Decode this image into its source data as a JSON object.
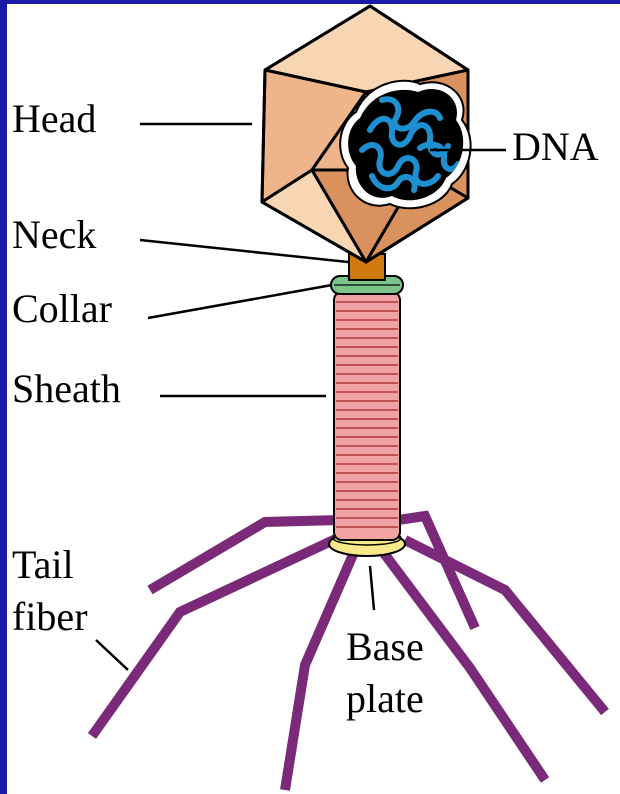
{
  "labels": {
    "head": "Head",
    "neck": "Neck",
    "collar": "Collar",
    "sheath": "Sheath",
    "tail_fiber_line1": "Tail",
    "tail_fiber_line2": "fiber",
    "dna": "DNA",
    "base_plate_line1": "Base",
    "base_plate_line2": "plate"
  },
  "colors": {
    "frame": "#1a1aa6",
    "background": "#ffffff",
    "head_light": "#f9d6b3",
    "head_mid": "#eeb48a",
    "head_dark": "#d9925e",
    "dna_core": "#000000",
    "dna_strand": "#1e8fd0",
    "neck": "#d07a10",
    "collar": "#7cc48a",
    "sheath": "#f2a3a3",
    "sheath_rings": "#b03a3a",
    "base_plate": "#f7e98a",
    "tail_fibers": "#7a2a78"
  }
}
